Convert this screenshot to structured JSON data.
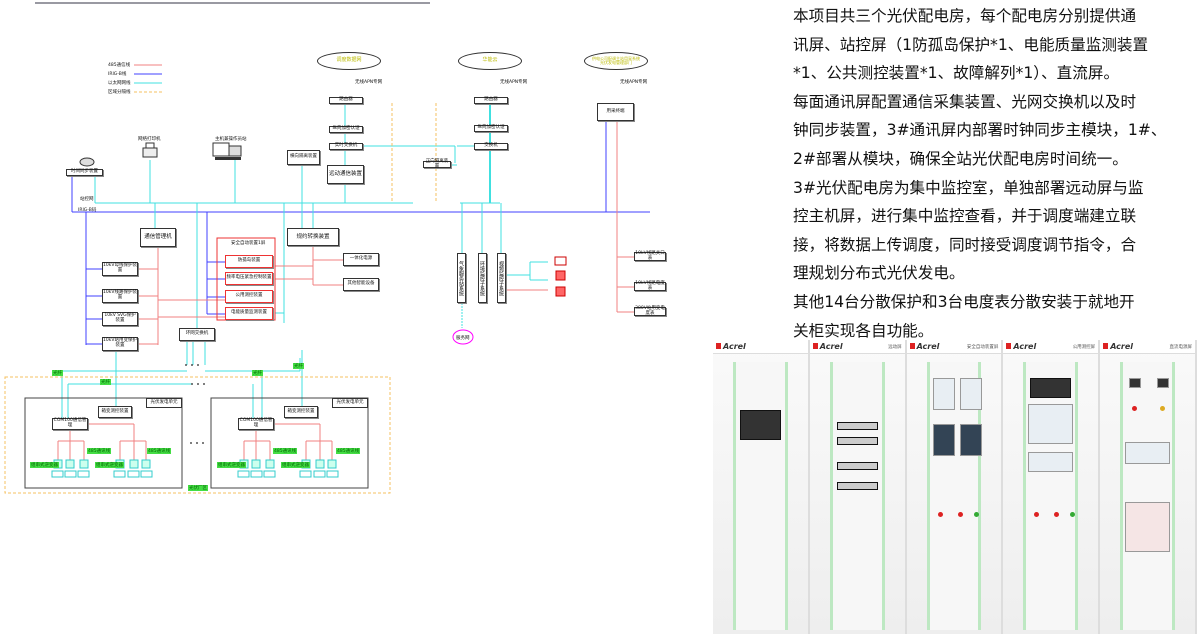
{
  "legend": [
    {
      "label": "485通信线",
      "color": "#f08080"
    },
    {
      "label": "IRIG-B线",
      "color": "#4040ff"
    },
    {
      "label": "以太网网线",
      "color": "#40e0e0"
    },
    {
      "label": "区域分隔线",
      "color": "#f5c060"
    }
  ],
  "top": {
    "dispatch_net": "调度数据网",
    "huaneng_cloud": "华能云",
    "utility": "供电公司配调主站用采系统\n光伏发电管理部门",
    "apn": "无线APN专网",
    "router": "路由器",
    "encrypt": "纵向加密认证",
    "rt_switch": "实时交换机",
    "switch": "交换机",
    "telecontrol": "远动通信装置",
    "fwd_isolation": "正向隔离装置",
    "meter_terminal": "用采终端"
  },
  "station": {
    "time_sync": "时间同步装置",
    "printer": "网络打印机",
    "host": "主机兼操作员站",
    "h_isolation": "横向隔离装置",
    "station_net": "站控网",
    "irig": "IRIG-B码",
    "comm_manager": "通信管理机",
    "protocol_conv": "规约转换装置",
    "protections": [
      "10kV母线保护装置",
      "10kV线路保护装置",
      "10kV SVG保护装置",
      "10kV站用变保护装置"
    ],
    "safety_panel": "安全自动装置1屏",
    "safety_items": [
      "防孤岛装置",
      "频率电压紧急控制装置",
      "公用测控装置",
      "电能质量监测装置"
    ],
    "power_supply": "一体化电源",
    "other_devices": "其他智能设备",
    "ring_switch": "环网交换机",
    "fiber": "光纤",
    "dots": "• • •",
    "subsystems": [
      "气象服务站系统",
      "环境监控子系统",
      "视频监控子系统"
    ],
    "service_net": "服务网",
    "meters": [
      "10kV线路关口表",
      "10kV线路电度表",
      "380V站用变电度表"
    ]
  },
  "units": {
    "unit_title": "光伏发电单元",
    "box_tc": "箱变测控装置",
    "comm_mgr": "COM100通信管理",
    "rs485": "485通讯线",
    "inverter": "组串式逆变器",
    "area": "光伏厂区"
  },
  "description": [
    "本项目共三个光伏配电房，每个配电房分别提供通",
    "讯屏、站控屏（1防孤岛保护*1、电能质量监测装置",
    "*1、公共测控装置*1、故障解列*1）、直流屏。",
    "每面通讯屏配置通信采集装置、光网交换机以及时",
    "钟同步装置，3#通讯屏内部署时钟同步主模块，1#、",
    "2#部署从模块，确保全站光伏配电房时间统一。",
    "3#光伏配电房为集中监控室，单独部署远动屏与监",
    "控主机屏，进行集中监控查看，并于调度端建立联",
    "接，将数据上传调度，同时接受调度调节指令，合",
    "理规划分布式光伏发电。",
    "其他14台分散保护和3台电度表分散安装于就地开",
    "关柜实现各自功能。"
  ],
  "cabinets": [
    {
      "brand": "Acrel",
      "title": ""
    },
    {
      "brand": "Acrel",
      "title": "远动屏"
    },
    {
      "brand": "Acrel",
      "title": "安全自动装置屏"
    },
    {
      "brand": "Acrel",
      "title": "公用测控屏"
    },
    {
      "brand": "Acrel",
      "title": "直流电源屏"
    }
  ]
}
